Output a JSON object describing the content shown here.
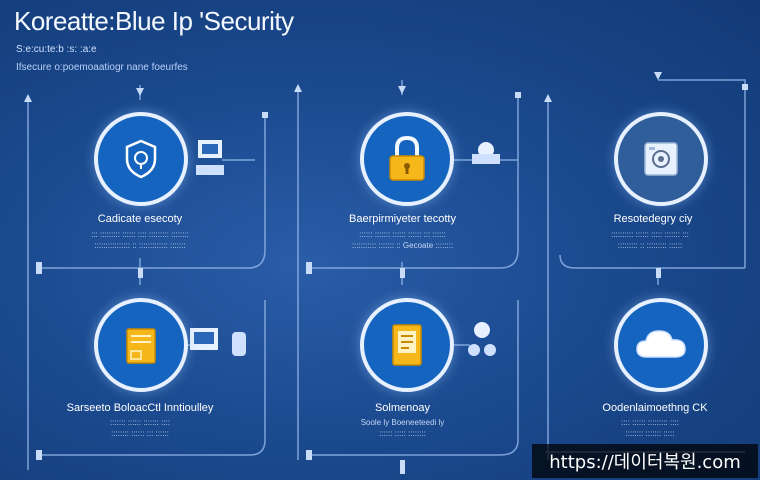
{
  "header": {
    "title": "Koreatte:Blue Ip 'Security",
    "subtitle": "S:e:cu:te:b :s: :a:e",
    "tagline": "Ifsecure o:poemoaatiogr nane foeurfes"
  },
  "nodes": [
    {
      "label": "Cadicate esecoty",
      "desc1": "::: ::::::::: :::::: :::: ::::::::: ::::::::",
      "desc2": ":::::::::::::::: :: ::::::::::::: :::::::",
      "icon": "shield-icon"
    },
    {
      "label": "Baerpirmiyeter tecotty",
      "desc1": ":::::: ::::::: :::::: :::::: ::: ::::::",
      "desc2": "::::::::::: ::::::: :: Gecoate ::::::::",
      "icon": "padlock-icon"
    },
    {
      "label": "Resotedegry ciy",
      "desc1": ":::::::::: :::::: ::::: ::::::: :::",
      "desc2": "::::::::: :: ::::::::: ::::::",
      "icon": "server-vault-icon"
    },
    {
      "label": "Sarseeto BoloacCtl Inntioulley",
      "desc1": "::::::: :::::: ::::::: ::::",
      "desc2": ":::::::: :::::: ::: ::::::",
      "icon": "document-folder-icon"
    },
    {
      "label": "Solmenoay",
      "desc1": "Soole ly Boeneeteedi ly",
      "desc2": ":::::: ::::: ::::::::",
      "icon": "file-lock-icon"
    },
    {
      "label": "Oodenlaimoethng CK",
      "desc1": ":::: :::::: ::::::::: ::::",
      "desc2": ":::::::: ::::::: :::::",
      "icon": "cloud-icon"
    }
  ],
  "footer": {
    "text": "https://데이터복원.com"
  },
  "colors": {
    "accent": "#1565c0",
    "ring": "#e6f0ff",
    "background": "#1b4a8f"
  }
}
